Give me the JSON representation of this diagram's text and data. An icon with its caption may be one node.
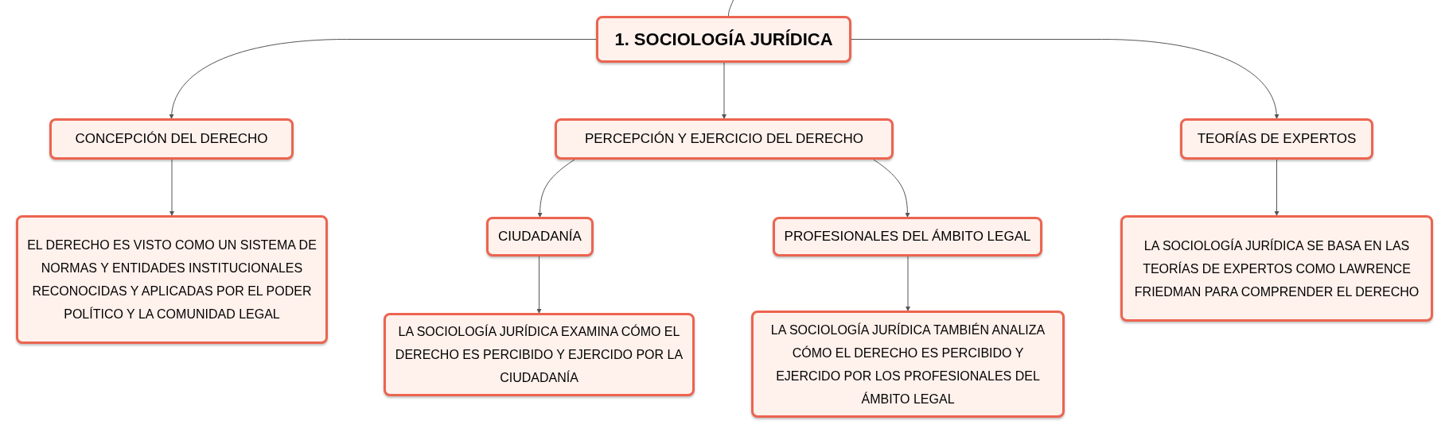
{
  "diagram": {
    "nodes": [
      {
        "text": [
          "1. SOCIOLOGÍA JURÍDICA"
        ]
      },
      {
        "text": [
          "CONCEPCIÓN DEL DERECHO"
        ]
      },
      {
        "text": [
          "PERCEPCIÓN Y EJERCICIO DEL DERECHO"
        ]
      },
      {
        "text": [
          "TEORÍAS DE EXPERTOS"
        ]
      },
      {
        "text": [
          "EL DERECHO ES VISTO COMO UN SISTEMA DE NORMAS Y ENTIDADES INSTITUCIONALES RECONOCIDAS Y APLICADAS POR EL PODER POLÍTICO Y LA COMUNIDAD LEGAL"
        ]
      },
      {
        "text": [
          "CIUDADANÍA"
        ]
      },
      {
        "text": [
          "PROFESIONALES DEL ÁMBITO LEGAL"
        ]
      },
      {
        "text": [
          "LA SOCIOLOGÍA JURÍDICA SE BASA EN LAS TEORÍAS DE EXPERTOS COMO LAWRENCE FRIEDMAN PARA COMPRENDER EL DERECHO"
        ]
      },
      {
        "text": [
          "LA SOCIOLOGÍA JURÍDICA EXAMINA CÓMO EL DERECHO ES PERCIBIDO Y EJERCIDO POR LA CIUDADANÍA"
        ]
      },
      {
        "text": [
          "LA SOCIOLOGÍA JURÍDICA TAMBIÉN ANALIZA CÓMO EL DERECHO ES PERCIBIDO Y EJERCIDO POR LOS PROFESIONALES DEL ÁMBITO LEGAL"
        ]
      }
    ],
    "edges": [
      {
        "from": null,
        "to": 0,
        "arrow": "none"
      },
      {
        "from": 0,
        "to": 1,
        "arrow": "to"
      },
      {
        "from": 0,
        "to": 2,
        "arrow": "to"
      },
      {
        "from": 0,
        "to": 3,
        "arrow": "to"
      },
      {
        "from": 1,
        "to": 4,
        "arrow": "to"
      },
      {
        "from": 2,
        "to": 5,
        "arrow": "to"
      },
      {
        "from": 2,
        "to": 6,
        "arrow": "to"
      },
      {
        "from": 3,
        "to": 7,
        "arrow": "to"
      },
      {
        "from": 5,
        "to": 8,
        "arrow": "to"
      },
      {
        "from": 6,
        "to": 9,
        "arrow": "to"
      }
    ]
  }
}
